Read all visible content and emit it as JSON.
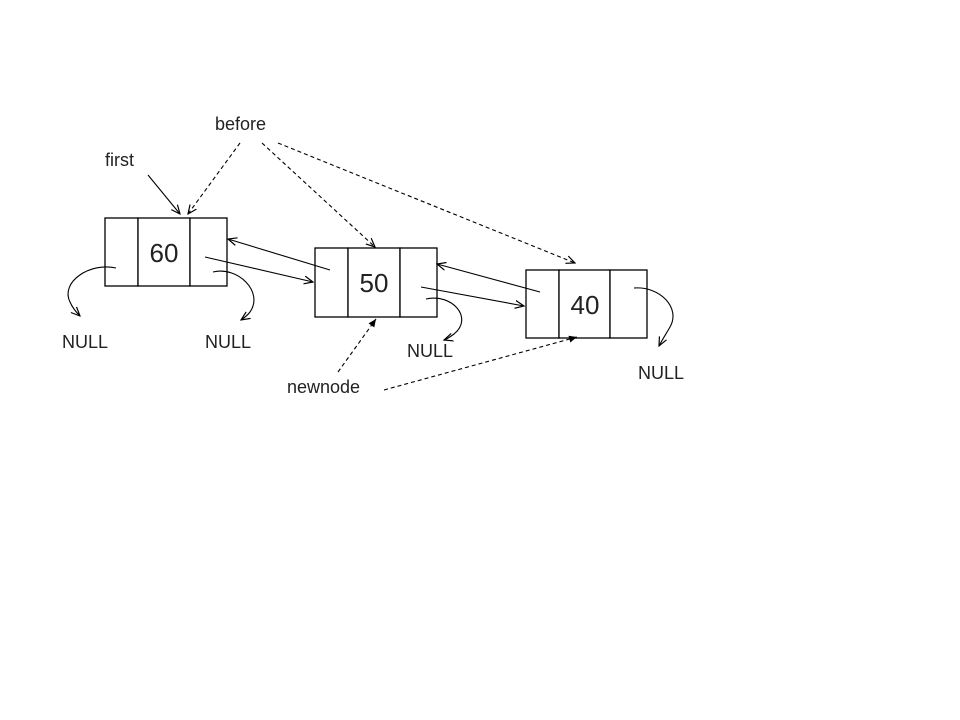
{
  "diagram": {
    "nodes": [
      {
        "id": "n60",
        "value": "60"
      },
      {
        "id": "n50",
        "value": "50"
      },
      {
        "id": "n40",
        "value": "40"
      }
    ],
    "pointers": {
      "first": "first",
      "before": "before",
      "newnode": "newnode"
    },
    "null_labels": [
      "NULL",
      "NULL",
      "NULL",
      "NULL"
    ]
  }
}
